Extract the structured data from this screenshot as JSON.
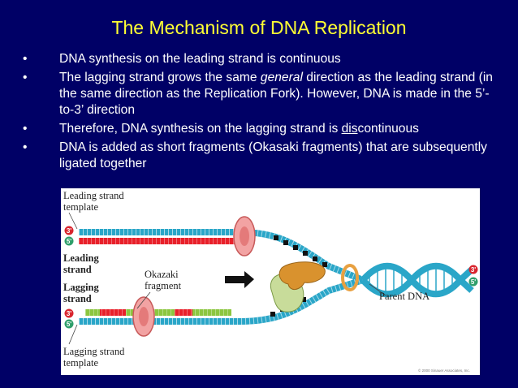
{
  "slide": {
    "title": "The Mechanism of DNA Replication",
    "bullet_glyph": "•",
    "bullets": {
      "b1": "DNA synthesis on the leading strand is continuous",
      "b2_pre": "The lagging strand grows the same ",
      "b2_em": "general",
      "b2_post": " direction as the leading strand (in the same direction as the Replication Fork).  However, DNA is made in the 5’-to-3’ direction",
      "b3_pre": "Therefore, DNA synthesis on the lagging strand is ",
      "b3_u": "dis",
      "b3_post": "continuous",
      "b4": "DNA is added as short fragments (Okasaki fragments) that are subsequently ligated together"
    }
  },
  "figure": {
    "labels": {
      "leading_template_1": "Leading strand",
      "leading_template_2": "template",
      "leading_1": "Leading",
      "leading_2": "strand",
      "lagging_1": "Lagging",
      "lagging_2": "strand",
      "okazaki_1": "Okazaki",
      "okazaki_2": "fragment",
      "parent_dna": "Parent DNA",
      "lagging_template_1": "Lagging strand",
      "lagging_template_2": "template"
    },
    "ends": {
      "top_3": "3'",
      "top_5": "5'",
      "bottom_3": "3'",
      "bottom_5": "5'",
      "right_3": "3'",
      "right_5": "5'"
    },
    "copyright": "© 2000 Sinauer Associates, Inc.",
    "colors": {
      "template_strand": "#2aa6c8",
      "leading_strand": "#e8202a",
      "okazaki_fragment": "#8cc63f",
      "polymerase": "#f2a3a3",
      "end_marker": "#d9252e",
      "end_marker_5": "#2e9e6a",
      "helicase": "#e8a040",
      "primase": "#c8dc9a"
    }
  }
}
